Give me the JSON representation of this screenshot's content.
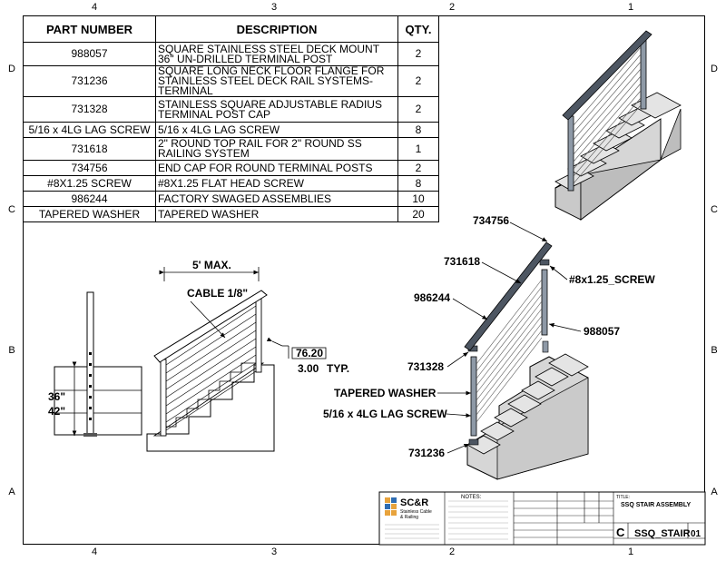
{
  "zones": {
    "columns": [
      "4",
      "3",
      "2",
      "1"
    ],
    "rows": [
      "D",
      "C",
      "B",
      "A"
    ]
  },
  "bom": {
    "headers": {
      "part_number": "PART NUMBER",
      "description": "DESCRIPTION",
      "qty": "QTY."
    },
    "rows": [
      {
        "part_number": "988057",
        "description": "SQUARE STAINLESS STEEL DECK MOUNT 36\" UN-DRILLED TERMINAL POST",
        "qty": "2"
      },
      {
        "part_number": "731236",
        "description": "SQUARE LONG NECK FLOOR FLANGE FOR STAINLESS STEEL DECK RAIL SYSTEMS-TERMINAL",
        "qty": "2"
      },
      {
        "part_number": "731328",
        "description": "STAINLESS SQUARE ADJUSTABLE RADIUS TERMINAL POST CAP",
        "qty": "2"
      },
      {
        "part_number": "5/16 x 4LG LAG SCREW",
        "description": "5/16 x 4LG LAG SCREW",
        "qty": "8"
      },
      {
        "part_number": "731618",
        "description": "2\" ROUND TOP RAIL FOR 2\" ROUND SS RAILING SYSTEM",
        "qty": "1"
      },
      {
        "part_number": "734756",
        "description": "END CAP FOR ROUND TERMINAL POSTS",
        "qty": "2"
      },
      {
        "part_number": "#8X1.25 SCREW",
        "description": "#8X1.25 FLAT HEAD SCREW",
        "qty": "8"
      },
      {
        "part_number": "986244",
        "description": "FACTORY SWAGED ASSEMBLIES",
        "qty": "10"
      },
      {
        "part_number": "TAPERED WASHER",
        "description": "TAPERED WASHER",
        "qty": "20"
      }
    ]
  },
  "dimensions": {
    "max_spacing": "5' MAX.",
    "cable": "CABLE 1/8\"",
    "cable_spacing_mm": "76.20",
    "cable_spacing_in": "3.00",
    "typ": "TYP.",
    "height_low": "36\"",
    "height_high": "42\""
  },
  "callouts": {
    "end_cap": "734756",
    "top_rail": "731618",
    "screw": "#8x1.25_SCREW",
    "cable_assembly": "986244",
    "post": "988057",
    "post_cap": "731328",
    "washer": "TAPERED WASHER",
    "lag_screw": "5/16 x 4LG LAG SCREW",
    "flange": "731236"
  },
  "title_block": {
    "notes_heading": "NOTES:",
    "logo_short": "SC&R",
    "logo_line1": "Stainless Cable",
    "logo_line2": "& Railing",
    "title_label": "TITLE:",
    "title": "SSQ STAIR ASSEMBLY",
    "size": "C",
    "dwg_no": "SSQ_STAIR",
    "rev": "01"
  },
  "colors": {
    "steel": "#8e99a6",
    "steel_dark": "#4d5662",
    "concrete_top": "#e4e4e4",
    "concrete_side": "#c9c9c9",
    "logo_orange": "#e8a33c",
    "logo_blue": "#2f6db3"
  }
}
